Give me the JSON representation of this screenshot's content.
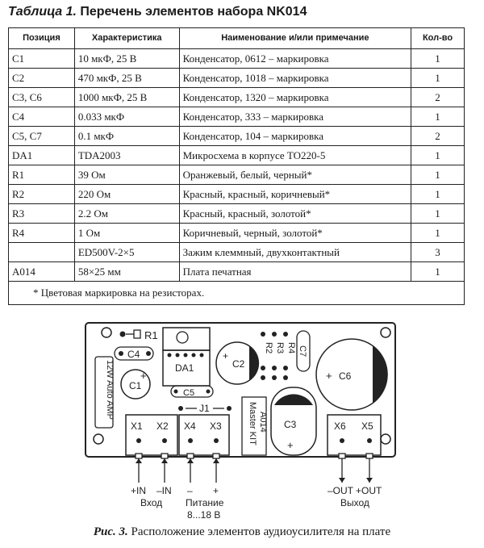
{
  "title": {
    "lead": "Таблица 1.",
    "text": "Перечень элементов набора NK014"
  },
  "table": {
    "headers": [
      "Позиция",
      "Характеристика",
      "Наименование и/или примечание",
      "Кол-во"
    ],
    "rows": [
      [
        "C1",
        "10 мкФ, 25 В",
        "Конденсатор, 0612 – маркировка",
        "1"
      ],
      [
        "C2",
        "470 мкФ, 25 В",
        "Конденсатор, 1018 – маркировка",
        "1"
      ],
      [
        "C3, C6",
        "1000 мкФ, 25 В",
        "Конденсатор, 1320 – маркировка",
        "2"
      ],
      [
        "C4",
        "0.033 мкФ",
        "Конденсатор, 333 – маркировка",
        "1"
      ],
      [
        "C5, C7",
        "0.1 мкФ",
        "Конденсатор, 104 – маркировка",
        "2"
      ],
      [
        "DA1",
        "TDA2003",
        "Микросхема в корпусе TO220-5",
        "1"
      ],
      [
        "R1",
        "39 Ом",
        "Оранжевый, белый, черный*",
        "1"
      ],
      [
        "R2",
        "220 Ом",
        "Красный, красный, коричневый*",
        "1"
      ],
      [
        "R3",
        "2.2 Ом",
        "Красный, красный, золотой*",
        "1"
      ],
      [
        "R4",
        "1 Ом",
        "Коричневый, черный, золотой*",
        "1"
      ],
      [
        "",
        "ED500V-2×5",
        "Зажим клеммный, двухконтактный",
        "3"
      ],
      [
        "A014",
        "58×25 мм",
        "Плата печатная",
        "1"
      ]
    ],
    "footnote": "* Цветовая маркировка на резисторах."
  },
  "board": {
    "labels": {
      "r1": "R1",
      "c4": "C4",
      "da1": "DA1",
      "c2": "C2",
      "r2": "R2",
      "r3": "R3",
      "r4": "R4",
      "c7": "C7",
      "c6": "C6",
      "c1": "C1",
      "c5": "C5",
      "j1": "J1",
      "c3": "C3",
      "x1": "X1",
      "x2": "X2",
      "x4": "X4",
      "x3": "X3",
      "x6": "X6",
      "x5": "X5",
      "amp": "12W Auto AMP",
      "kit1": "Master KIT",
      "kit2": "A014",
      "plus": "+",
      "minus": "–"
    },
    "terminals": {
      "in_plus": "+IN",
      "in_minus": "–IN",
      "input": "Вход",
      "pwr_minus": "–",
      "pwr_plus": "+",
      "power": "Питание",
      "voltage": "8...18 В",
      "out_minus": "–OUT",
      "out_plus": "+OUT",
      "output": "Выход"
    }
  },
  "caption": {
    "fig": "Рис. 3.",
    "text": "Расположение элементов аудиоусилителя на плате"
  }
}
